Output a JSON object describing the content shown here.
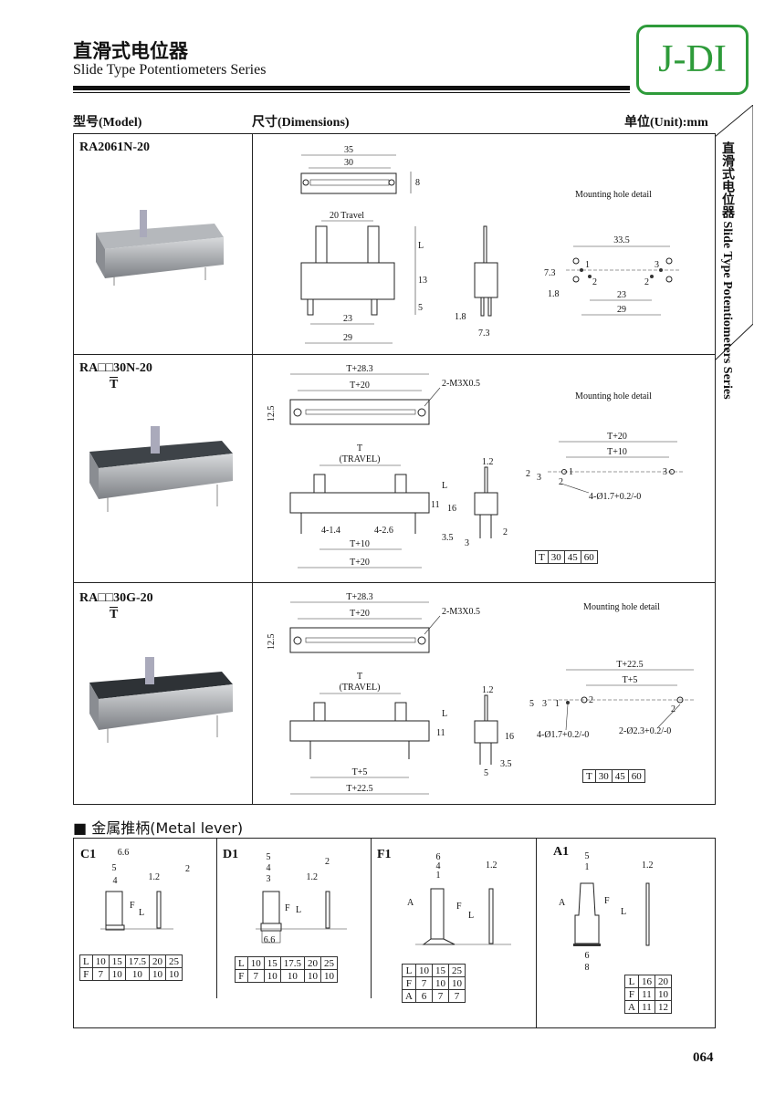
{
  "header": {
    "title_cn": "直滑式电位器",
    "title_en": "Slide Type Potentiometers Series",
    "logo": "J-DI"
  },
  "columns": {
    "model": "型号(Model)",
    "dimensions": "尺寸(Dimensions)",
    "unit": "单位(Unit):mm"
  },
  "side_tab": "直滑式电位器 Slide Type Potentiometers Series",
  "rows": [
    {
      "model": "RA2061N-20",
      "model_sub": "",
      "labels": [
        "35",
        "30",
        "8",
        "20 Travel",
        "L",
        "13",
        "5",
        "23",
        "29",
        "1.8",
        "7.3",
        "Mounting hole detail",
        "33.5",
        "7.3",
        "1.8",
        "23",
        "29",
        "1",
        "2",
        "2",
        "3"
      ]
    },
    {
      "model": "RA□□30N-20",
      "model_sub": "T",
      "labels": [
        "T+28.3",
        "T+20",
        "2-M3X0.5",
        "12.5",
        "T",
        "(TRAVEL)",
        "L",
        "11",
        "16",
        "4-1.4",
        "4-2.6",
        "T+10",
        "T+20",
        "3.5",
        "1.2",
        "2",
        "3",
        "Mounting hole detail",
        "T+20",
        "T+10",
        "2",
        "3",
        "1",
        "3",
        "2",
        "4-Ø1.7+0.2/-0"
      ],
      "t_table": [
        "T",
        "30",
        "45",
        "60"
      ]
    },
    {
      "model": "RA□□30G-20",
      "model_sub": "T",
      "labels": [
        "T+28.3",
        "T+20",
        "2-M3X0.5",
        "12.5",
        "T",
        "(TRAVEL)",
        "L",
        "11",
        "16",
        "T+5",
        "T+22.5",
        "3.5",
        "1.2",
        "5",
        "Mounting hole detail",
        "T+22.5",
        "T+5",
        "5",
        "3",
        "1",
        "2",
        "2",
        "4-Ø1.7+0.2/-0",
        "2-Ø2.3+0.2/-0"
      ],
      "t_table": [
        "T",
        "30",
        "45",
        "60"
      ]
    }
  ],
  "metal_lever": {
    "heading": "■ 金属推柄(Metal lever)",
    "types": [
      {
        "name": "C1",
        "dims": [
          "6.6",
          "5",
          "4",
          "1.2",
          "2",
          "F",
          "L"
        ],
        "table": [
          [
            "L",
            "10",
            "15",
            "17.5",
            "20",
            "25"
          ],
          [
            "F",
            "7",
            "10",
            "10",
            "10",
            "10"
          ]
        ]
      },
      {
        "name": "D1",
        "dims": [
          "5",
          "4",
          "3",
          "1.2",
          "2",
          "F",
          "L",
          "6.6"
        ],
        "table": [
          [
            "L",
            "10",
            "15",
            "17.5",
            "20",
            "25"
          ],
          [
            "F",
            "7",
            "10",
            "10",
            "10",
            "10"
          ]
        ]
      },
      {
        "name": "F1",
        "dims": [
          "6",
          "4",
          "1",
          "1.2",
          "A",
          "F",
          "L"
        ],
        "table": [
          [
            "L",
            "10",
            "15",
            "25"
          ],
          [
            "F",
            "7",
            "10",
            "10"
          ],
          [
            "A",
            "6",
            "7",
            "7"
          ]
        ]
      },
      {
        "name": "A1",
        "dims": [
          "5",
          "1",
          "1.2",
          "A",
          "F",
          "L",
          "6",
          "8"
        ],
        "table": [
          [
            "L",
            "16",
            "20"
          ],
          [
            "F",
            "11",
            "10"
          ],
          [
            "A",
            "11",
            "12"
          ]
        ]
      }
    ]
  },
  "page_number": "064",
  "colors": {
    "logo": "#2e9b3a"
  }
}
